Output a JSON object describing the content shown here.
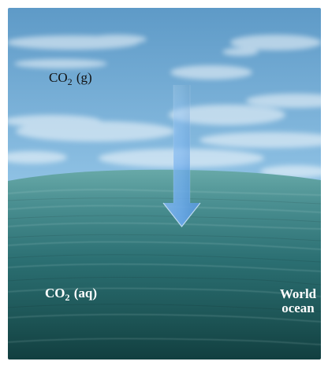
{
  "diagram": {
    "gas_formula": "CO",
    "gas_subscript": "2",
    "gas_state": "(g)",
    "aq_formula": "CO",
    "aq_subscript": "2",
    "aq_state": "(aq)",
    "ocean_label_line1": "World",
    "ocean_label_line2": "ocean"
  },
  "colors": {
    "sky_top": "#5e9ac7",
    "sky_bottom": "#d9eef8",
    "sea_top": "#63a3a4",
    "sea_mid": "#2f7277",
    "sea_bottom": "#134748",
    "arrow_fill": "#5d9fe3"
  }
}
